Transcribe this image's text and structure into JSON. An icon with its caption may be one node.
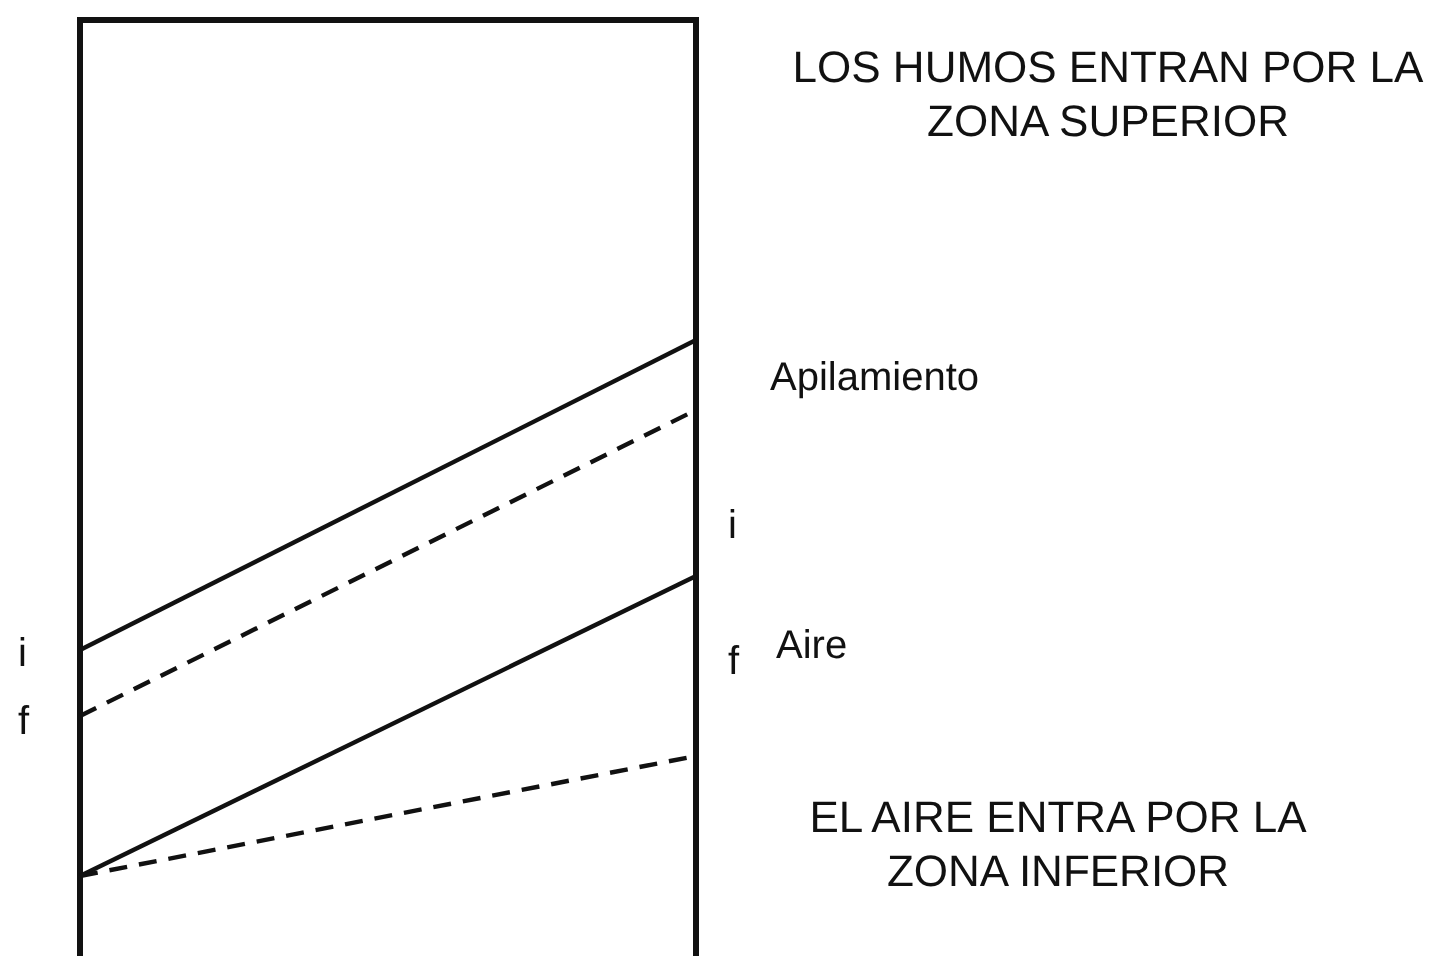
{
  "diagram": {
    "labels": [
      "LOS HUMOS ENTRAN POR LA ZONA SUPERIOR",
      "Apilamiento",
      "i",
      "i",
      "Aire",
      "f",
      "f",
      "EL AIRE ENTRA POR LA ZONA INFERIOR"
    ]
  }
}
